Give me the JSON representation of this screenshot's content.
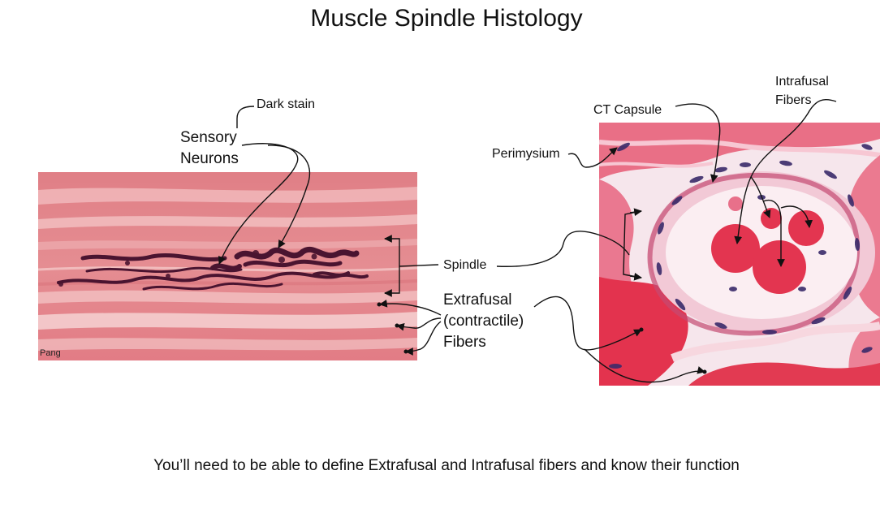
{
  "title": "Muscle Spindle Histology",
  "left_panel": {
    "credit": "Pang",
    "labels": {
      "dark_stain": "Dark stain",
      "sensory_neurons_line1": "Sensory",
      "sensory_neurons_line2": "Neurons",
      "spindle": "Spindle",
      "extrafusal_line1": "Extrafusal",
      "extrafusal_line2": "(contractile)",
      "extrafusal_line3": "Fibers"
    }
  },
  "right_panel": {
    "labels": {
      "perimysium": "Perimysium",
      "ct_capsule": "CT Capsule",
      "intrafusal_line1": "Intrafusal",
      "intrafusal_line2": "Fibers"
    }
  },
  "footer": "You’ll need to be able to define Extrafusal and Intrafusal fibers and know their function",
  "colors": {
    "tissue_pink": "#e8848a",
    "tissue_light": "#f4c4c4",
    "stain_dark": "#4a1430",
    "fiber_red": "#e23a52",
    "nucleus_purple": "#3a2a6a"
  }
}
